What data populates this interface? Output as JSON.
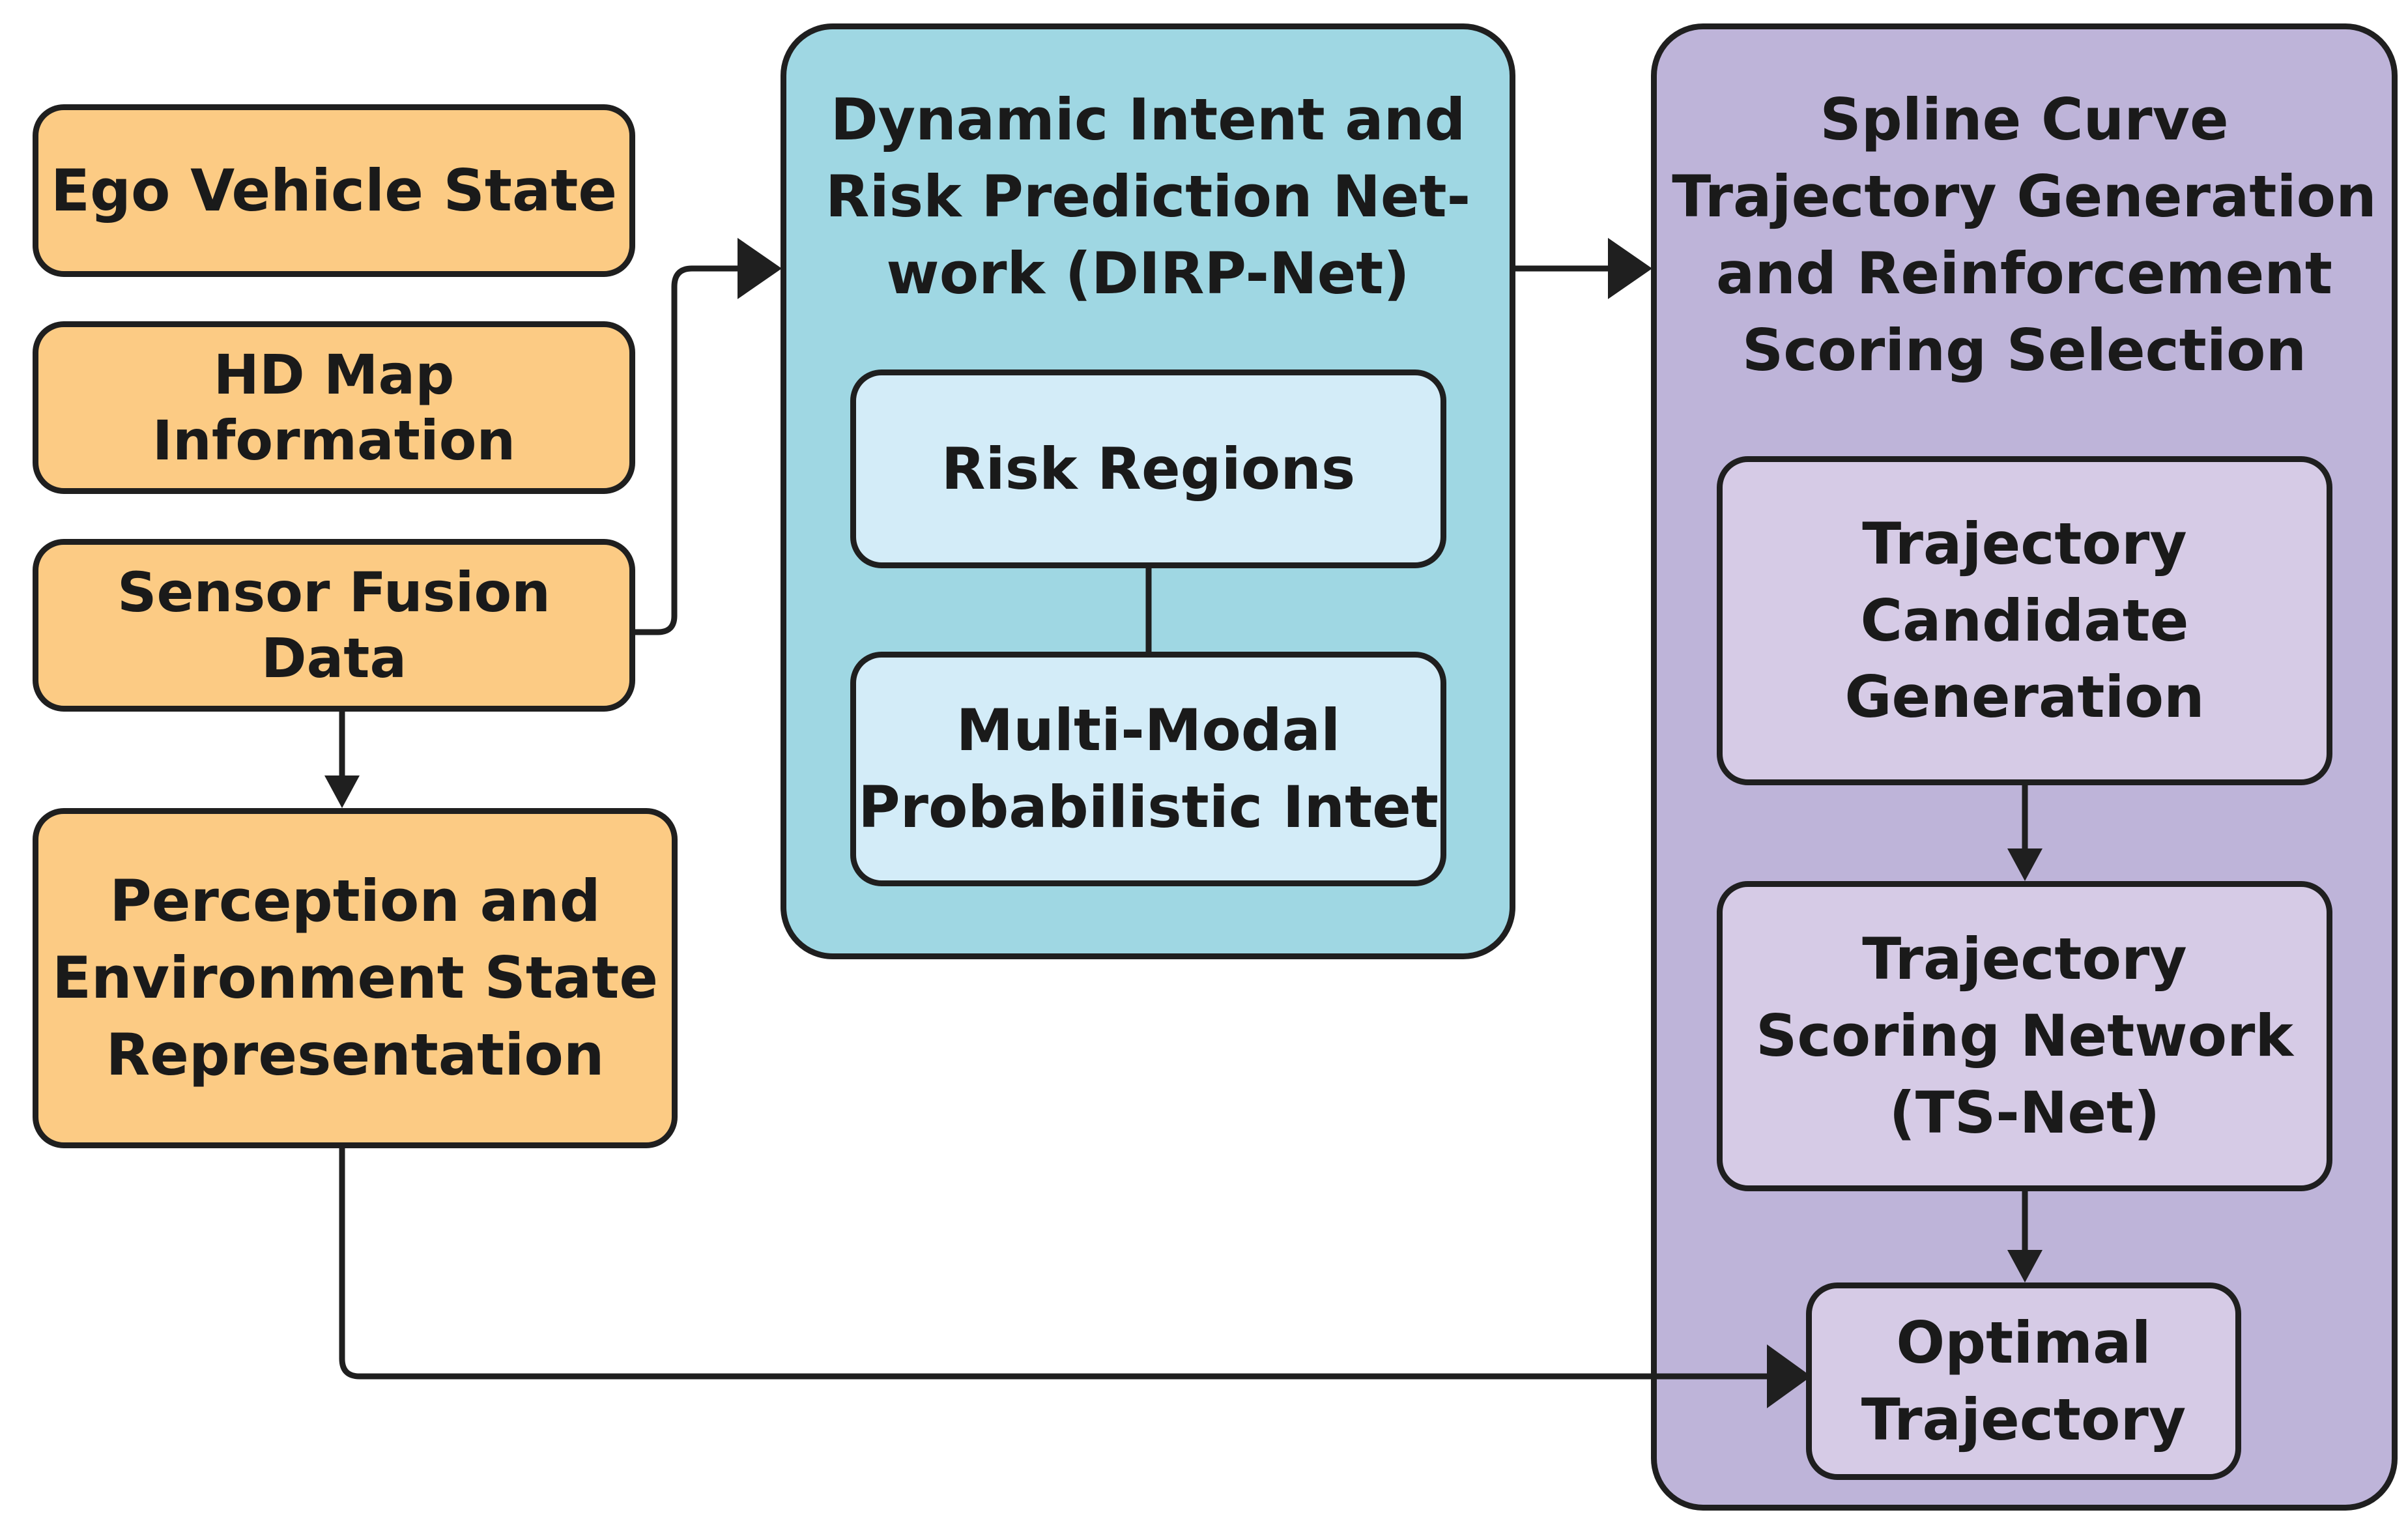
{
  "inputs": {
    "ego_vehicle_state": "Ego Vehicle State",
    "hd_map_information": "HD Map Information",
    "sensor_fusion_data": "Sensor Fusion Data",
    "perception": "Perception and\nEnvironment State\nRepresentation"
  },
  "dirp_net": {
    "title": "Dynamic Intent and\nRisk Prediction Net-\nwork (DIRP-Net)",
    "risk_regions": "Risk Regions",
    "multi_modal": "Multi-Modal\nProbabilistic Intet"
  },
  "spline": {
    "title": "Spline Curve\nTrajectory Generation\nand Reinforcement\nScoring Selection",
    "candidate_generation": "Trajectory\nCandidate\nGeneration",
    "scoring_network": "Trajectory\nScoring Network\n(TS-Net)",
    "optimal_trajectory": "Optimal\nTrajectory"
  },
  "colors": {
    "input_fill": "#fccb84",
    "dirp_fill": "#9fd7e3",
    "dirp_inner_fill": "#d3ecf8",
    "spline_fill": "#beb4d9",
    "spline_inner_fill": "#d6cbe6",
    "border": "#1f1f1f"
  }
}
